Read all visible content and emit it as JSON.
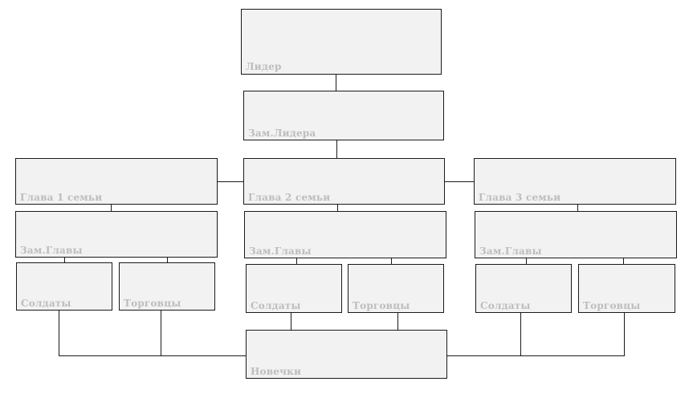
{
  "org_chart": {
    "leader": "Лидер",
    "deputy_leader": "Зам.Лидера",
    "families": [
      {
        "head": "Глава 1 семьи",
        "deputy": "Зам.Главы",
        "soldiers": "Солдаты",
        "traders": "Торговцы"
      },
      {
        "head": "Глава 2 семьи",
        "deputy": "Зам.Главы",
        "soldiers": "Солдаты",
        "traders": "Торговцы"
      },
      {
        "head": "Глава 3 семьи",
        "deputy": "Зам.Главы",
        "soldiers": "Солдаты",
        "traders": "Торговцы"
      }
    ],
    "newcomers": "Новечки"
  },
  "colors": {
    "box_fill": "#f2f2f2",
    "box_border": "#1a1a1a",
    "label_text": "#bdbdbd",
    "connector": "#1a1a1a"
  }
}
